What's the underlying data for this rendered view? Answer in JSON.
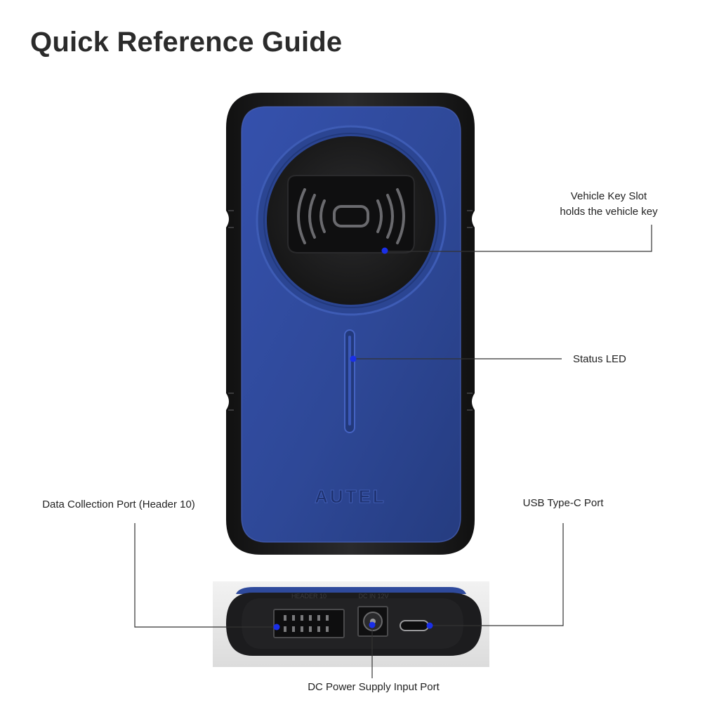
{
  "page": {
    "title": "Quick Reference Guide"
  },
  "device": {
    "brand": "AUTEL",
    "bottom_text_header": "HEADER 10",
    "bottom_text_dc": "DC IN 12V"
  },
  "callouts": {
    "vehicle_key_slot": {
      "title": "Vehicle Key Slot",
      "desc": "holds the vehicle key"
    },
    "status_led": {
      "title": "Status LED"
    },
    "data_port": {
      "title": "Data Collection Port (Header 10)"
    },
    "usb_port": {
      "title": "USB Type-C Port"
    },
    "dc_port": {
      "title": "DC Power Supply Input Port"
    }
  },
  "colors": {
    "device_blue": "#2f4a9c",
    "bumper": "#1d1d1f",
    "callout_dot": "#1a2fe8",
    "leader_line": "#333333"
  }
}
